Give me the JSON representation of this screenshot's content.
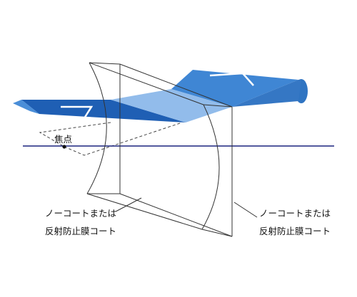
{
  "diagram": {
    "focal_point_label": "焦点",
    "left_coating_label": {
      "line1": "ノーコートまたは",
      "line2": "反射防止膜コート"
    },
    "right_coating_label": {
      "line1": "ノーコートまたは",
      "line2": "反射防止膜コート"
    },
    "colors": {
      "beam_dark": "#1f5fb4",
      "beam_mid": "#3f86d4",
      "beam_light": "#7fb0e8",
      "optical_axis": "#1a237e",
      "outline": "#333333",
      "background": "#ffffff"
    }
  }
}
